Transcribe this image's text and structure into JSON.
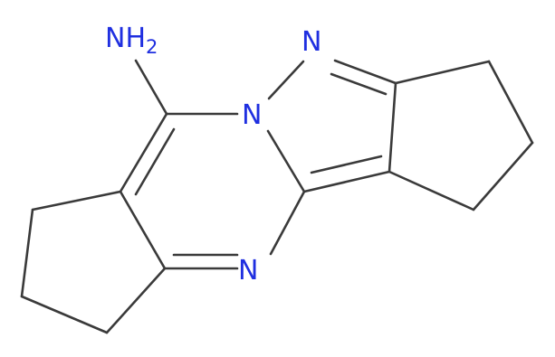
{
  "molecule": {
    "atoms": {
      "amine": {
        "symbol": "NH",
        "subscript": "2"
      },
      "n_bridge": {
        "symbol": "N"
      },
      "n_top": {
        "symbol": "N"
      },
      "n_bottom": {
        "symbol": "N"
      }
    },
    "colors": {
      "bond": "#3a3a3a",
      "nitrogen": "#1f2fe0",
      "background": "#ffffff"
    }
  }
}
